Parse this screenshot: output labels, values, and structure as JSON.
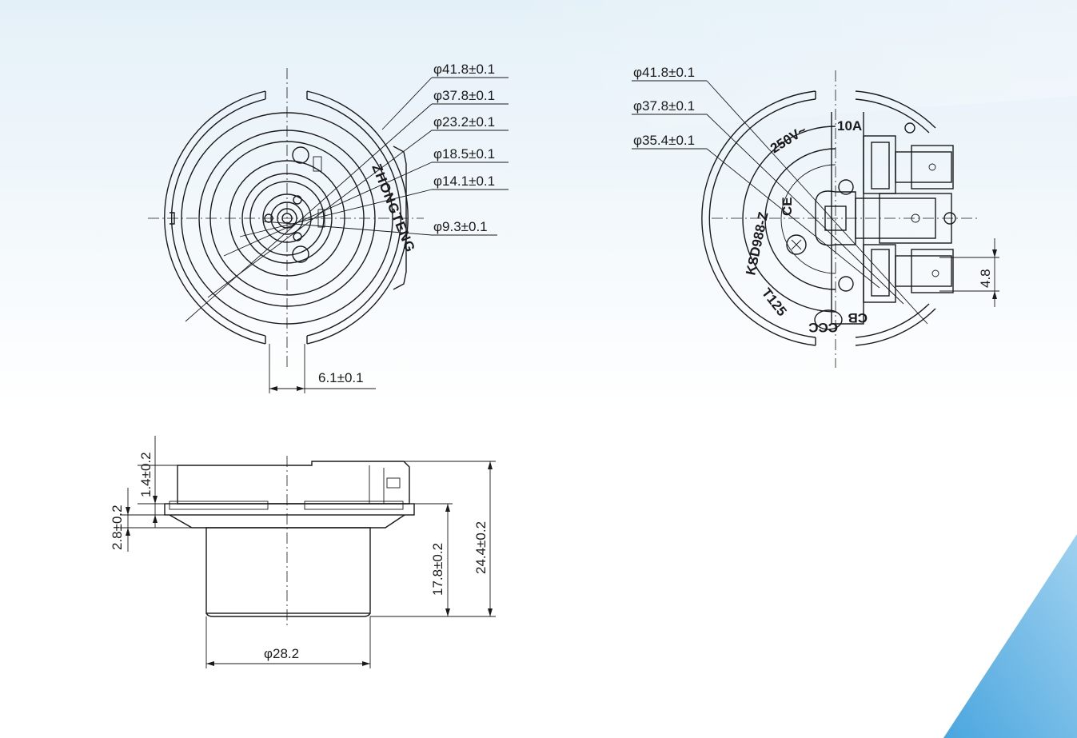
{
  "front_view": {
    "brand_text": "ZHONGTENG",
    "dims": [
      {
        "label": "φ41.8±0.1"
      },
      {
        "label": "φ37.8±0.1"
      },
      {
        "label": "φ23.2±0.1"
      },
      {
        "label": "φ18.5±0.1"
      },
      {
        "label": "φ14.1±0.1"
      },
      {
        "label": "φ9.3±0.1"
      }
    ],
    "width_dim": "6.1±0.1"
  },
  "back_view": {
    "dims": [
      {
        "label": "φ41.8±0.1"
      },
      {
        "label": "φ37.8±0.1"
      },
      {
        "label": "φ35.4±0.1"
      }
    ],
    "marking_model": "KSD988-Z",
    "marking_voltage": "250V~",
    "marking_current": "10A",
    "marking_temp": "T125",
    "marking_cert_ce": "CE",
    "marking_cert_ccc": "CCC",
    "marking_cert_cb": "CB",
    "pin_dim": "4.8"
  },
  "side_view": {
    "dim_top": "1.4±0.2",
    "dim_flange": "2.8±0.2",
    "dim_body": "17.8±0.2",
    "dim_total": "24.4±0.2",
    "dim_dia": "φ28.2"
  },
  "colors": {
    "background": "#ffffff",
    "tint": "#e6f1f8",
    "accent_corner": "#62b2e2",
    "line": "#1a1a1a"
  }
}
